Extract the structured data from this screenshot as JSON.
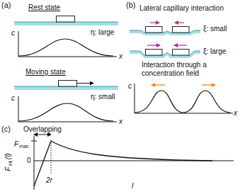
{
  "diagram": {
    "labels": [
      "(a)",
      "Rest state",
      "η: large",
      "c",
      "x",
      "Moving state",
      "η: small",
      "c",
      "x",
      "(b)",
      "Lateral capillary interaction",
      "ξ: small",
      "ξ: large",
      "Interaction through a concentration field",
      "c",
      "x",
      "(c)",
      "Overlapping",
      "F",
      "max",
      "0",
      "F",
      "int",
      "(l)",
      "2r",
      "l"
    ]
  }
}
